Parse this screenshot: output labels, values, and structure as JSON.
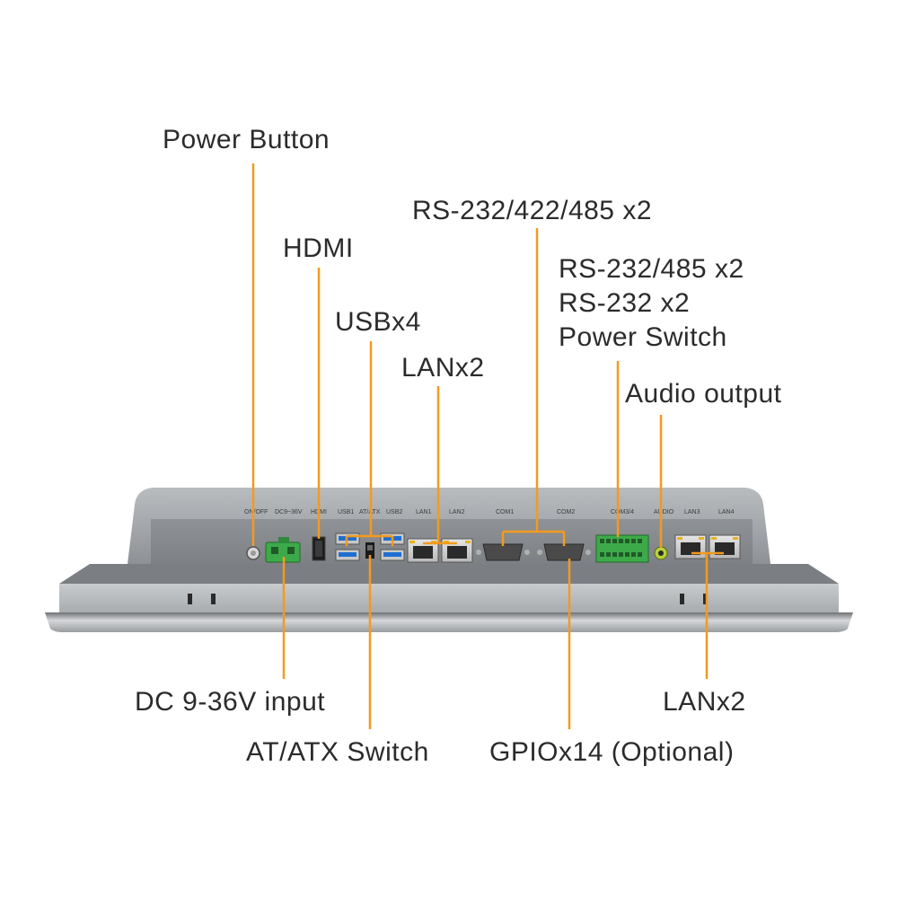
{
  "callouts_top": {
    "power_button": "Power Button",
    "hdmi": "HDMI",
    "usb": "USBx4",
    "lan_left": "LANx2",
    "com_top": "RS-232/422/485 x2",
    "com_multi": [
      "RS-232/485 x2",
      "RS-232 x2",
      "Power Switch"
    ],
    "audio": "Audio output"
  },
  "callouts_bottom": {
    "dc_input": "DC 9-36V input",
    "at_atx": "AT/ATX Switch",
    "gpio": "GPIOx14 (Optional)",
    "lan_right": "LANx2"
  },
  "panel_port_labels": {
    "on_off": "ON/OFF",
    "dc": "DC9~36V",
    "hdmi": "HDMI",
    "usb1": "USB1",
    "at_atx": "AT/ATX",
    "usb2": "USB2",
    "lan1": "LAN1",
    "lan2": "LAN2",
    "com1": "COM1",
    "com2": "COM2",
    "com3": "COM3/4",
    "audio": "AUDIO",
    "lan3": "LAN3",
    "lan4": "LAN4"
  },
  "colors": {
    "leader_line": "#f39a1e",
    "text": "#2b2b2b",
    "chassis": "#8f9296",
    "gpio_green": "#3daa4a"
  }
}
